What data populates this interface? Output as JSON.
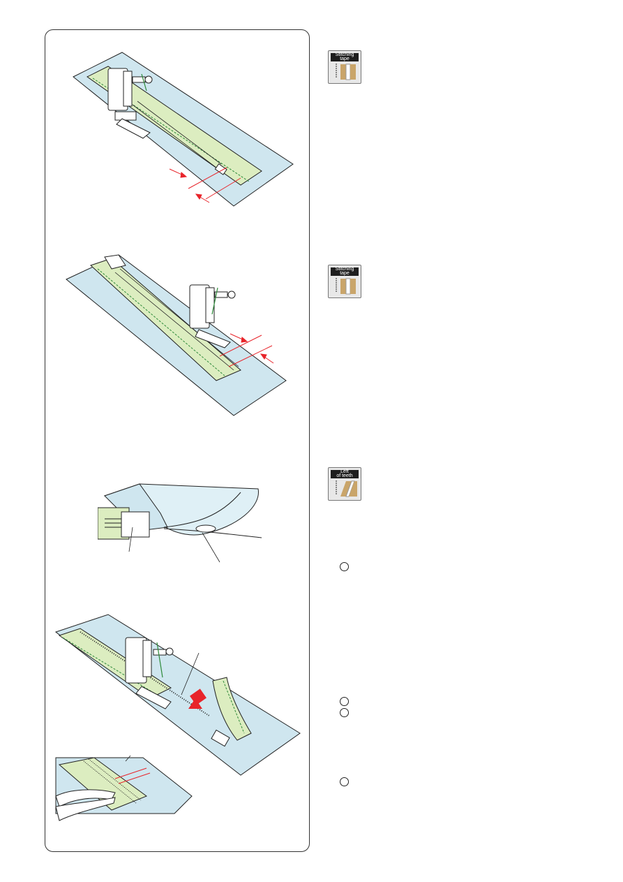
{
  "icons": [
    {
      "name": "stitching-tape-icon",
      "caption_line1": "Stitching",
      "caption_line2": "tape"
    },
    {
      "name": "stitching-tape-icon",
      "caption_line1": "Stitching",
      "caption_line2": "tape"
    },
    {
      "name": "left-of-teeth-icon",
      "caption_line1": "Left",
      "caption_line2": "of teeth"
    }
  ],
  "colors": {
    "fabric": "#cfe6ef",
    "tape": "#dcedc0",
    "outline": "#222222",
    "guide": "#e8242a",
    "stitch": "#2e8b3a"
  }
}
